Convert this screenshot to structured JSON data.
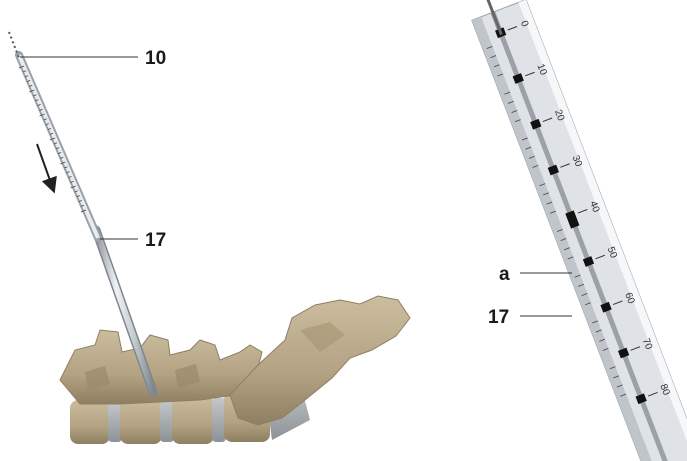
{
  "left_panel": {
    "callouts": [
      {
        "id": "needle",
        "text": "10"
      },
      {
        "id": "cannula",
        "text": "17"
      }
    ]
  },
  "right_panel": {
    "callouts": [
      {
        "id": "marker",
        "text": "a"
      },
      {
        "id": "cannula",
        "text": "17"
      }
    ],
    "scale_labels": [
      "0",
      "10",
      "20",
      "30",
      "40",
      "50",
      "60",
      "70",
      "80"
    ]
  },
  "colors": {
    "bone": "#b9a98a",
    "bone_shadow": "#8f7f62",
    "disc": "#a7abb0",
    "metal": "#c9ced3",
    "band": "#111111"
  }
}
